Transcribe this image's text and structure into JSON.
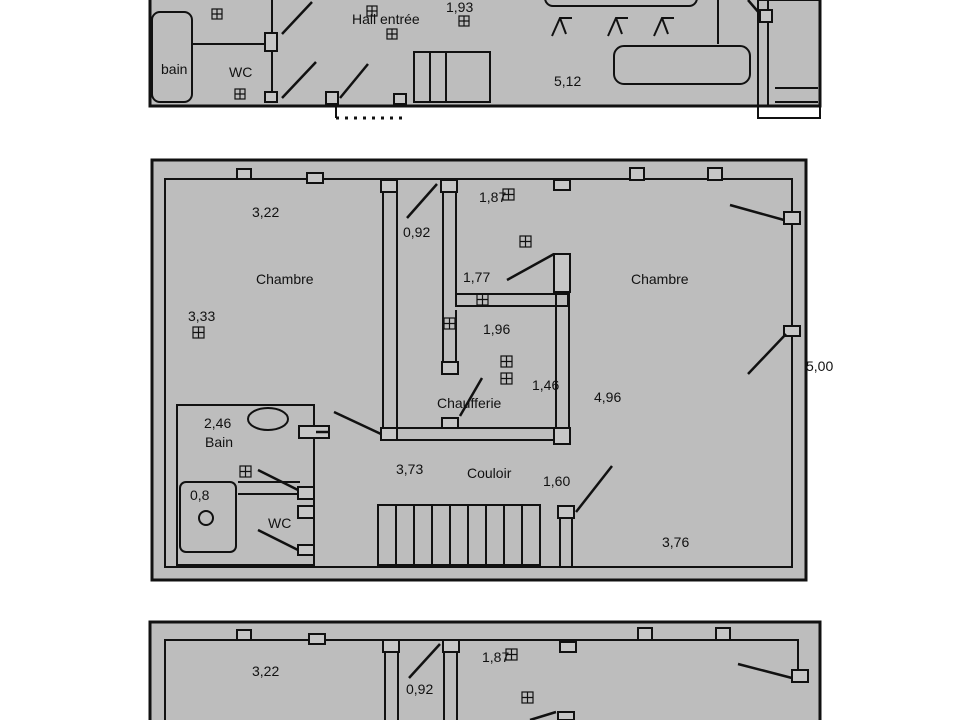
{
  "plans": {
    "top": {
      "labels": {
        "hall": "Hall entrée",
        "wc": "WC",
        "bain": "bain",
        "dim_1_93": "1,93",
        "dim_5_12": "5,12"
      }
    },
    "middle": {
      "labels": {
        "chambre_left": "Chambre",
        "chambre_right": "Chambre",
        "chaufferie": "Chaufferie",
        "couloir": "Couloir",
        "bain": "Bain",
        "wc": "WC",
        "dim_3_22": "3,22",
        "dim_3_33": "3,33",
        "dim_0_92": "0,92",
        "dim_1_87": "1,87",
        "dim_1_77": "1,77",
        "dim_1_96": "1,96",
        "dim_1_46": "1,46",
        "dim_4_96": "4,96",
        "dim_5_00": "5,00",
        "dim_2_46": "2,46",
        "dim_0_8": "0,8",
        "dim_3_73": "3,73",
        "dim_1_60": "1,60",
        "dim_3_76": "3,76"
      }
    },
    "bottom": {
      "labels": {
        "dim_3_22": "3,22",
        "dim_0_92": "0,92",
        "dim_1_87": "1,87"
      }
    }
  },
  "colors": {
    "paper": "#ffffff",
    "fill": "#c7c7c7",
    "line": "#111111"
  }
}
